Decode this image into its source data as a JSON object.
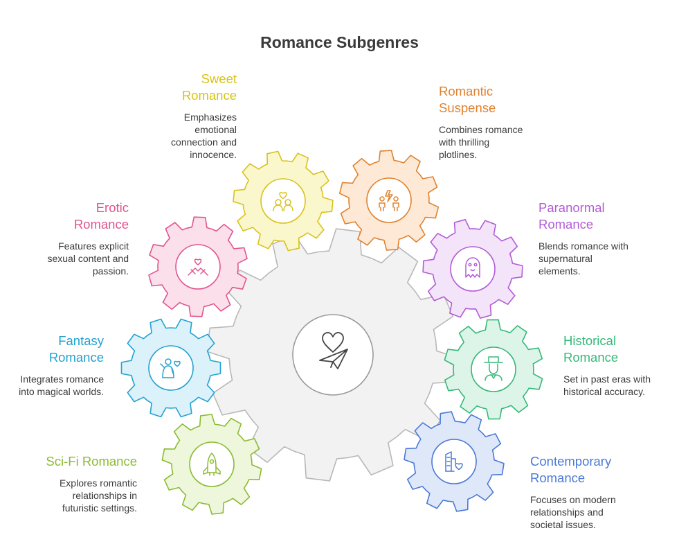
{
  "title": "Romance Subgenres",
  "center_icon": "heart-paper-plane-icon",
  "subgenres": [
    {
      "id": "sweet",
      "title": [
        "Sweet",
        "Romance"
      ],
      "desc": [
        "Emphasizes",
        "emotional",
        "connection and",
        "innocence."
      ],
      "color": "#d8c21a",
      "fill": "#fbf7cc",
      "icon": "couple-heart-icon"
    },
    {
      "id": "suspense",
      "title": [
        "Romantic",
        "Suspense"
      ],
      "desc": [
        "Combines romance",
        "with thrilling",
        "plotlines."
      ],
      "color": "#e0822f",
      "fill": "#fde9d6",
      "icon": "couple-lightning-icon"
    },
    {
      "id": "paranormal",
      "title": [
        "Paranormal",
        "Romance"
      ],
      "desc": [
        "Blends romance with",
        "supernatural",
        "elements."
      ],
      "color": "#b25bd6",
      "fill": "#f3e4fa",
      "icon": "ghost-icon"
    },
    {
      "id": "historical",
      "title": [
        "Historical",
        "Romance"
      ],
      "desc": [
        "Set in past eras with",
        "historical accuracy."
      ],
      "color": "#36b878",
      "fill": "#dcf5e8",
      "icon": "top-hat-gentleman-icon"
    },
    {
      "id": "contemporary",
      "title": [
        "Contemporary",
        "Romance"
      ],
      "desc": [
        "Focuses on modern",
        "relationships and",
        "societal issues."
      ],
      "color": "#4a79d6",
      "fill": "#dfe8f9",
      "icon": "city-heart-icon"
    },
    {
      "id": "scifi",
      "title": [
        "Sci-Fi Romance"
      ],
      "desc": [
        "Explores romantic",
        "relationships in",
        "futuristic settings."
      ],
      "color": "#8bbb32",
      "fill": "#eef6dc",
      "icon": "rocket-icon"
    },
    {
      "id": "fantasy",
      "title": [
        "Fantasy",
        "Romance"
      ],
      "desc": [
        "Integrates romance",
        "into magical worlds."
      ],
      "color": "#23a1d0",
      "fill": "#dcf2fa",
      "icon": "fairy-heart-icon"
    },
    {
      "id": "erotic",
      "title": [
        "Erotic",
        "Romance"
      ],
      "desc": [
        "Features explicit",
        "sexual content and",
        "passion."
      ],
      "color": "#e0558f",
      "fill": "#fbe0ec",
      "icon": "hands-heart-icon"
    }
  ]
}
